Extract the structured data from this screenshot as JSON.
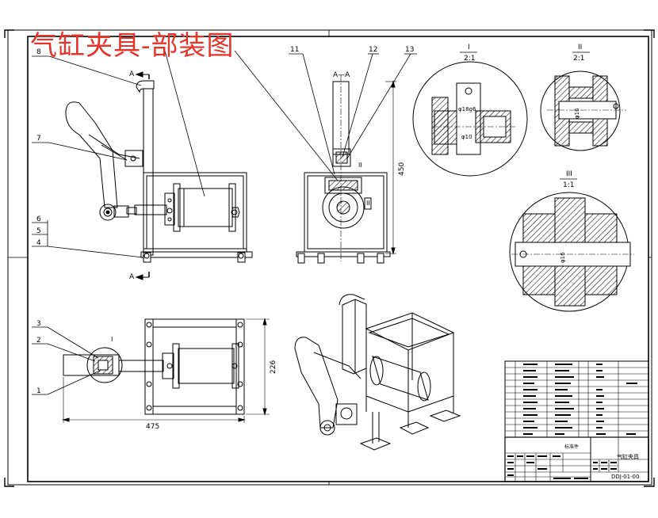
{
  "title": "气缸夹具-部装图",
  "section_label": "A—A",
  "section_mark": "A",
  "part_numbers": [
    "1",
    "2",
    "3",
    "4",
    "5",
    "6",
    "7",
    "8",
    "11",
    "12",
    "13"
  ],
  "detail_labels": {
    "d1": {
      "name": "I",
      "scale": "2:1"
    },
    "d2": {
      "name": "II",
      "scale": "2:1"
    },
    "d3": {
      "name": "III",
      "scale": "1:1"
    }
  },
  "dimensions": {
    "height": "450",
    "depth": "226",
    "width": "475"
  },
  "fits": {
    "d1a": "φ18g6",
    "d1b": "φ10",
    "d2a": "φ16",
    "d3a": "φ16"
  },
  "title_block": {
    "name": "气缸夹具",
    "drawing_no": "DDJ-01-00",
    "material_cell": "标准件"
  }
}
